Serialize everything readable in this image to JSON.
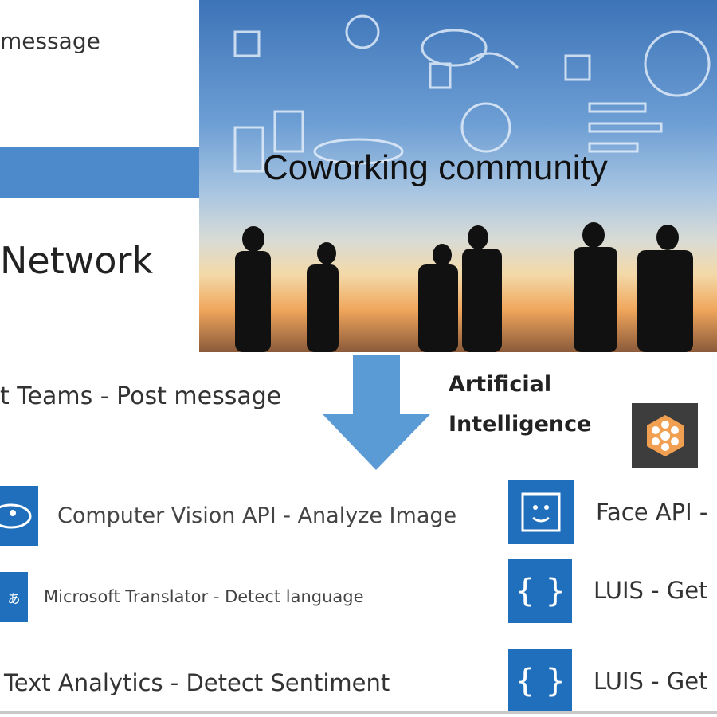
{
  "top_left": {
    "message": "message",
    "network": "Network"
  },
  "photo": {
    "caption": "Coworking community"
  },
  "teams": {
    "label": "t Teams - Post message"
  },
  "ai": {
    "title_line1": "Artificial",
    "title_line2": "Intelligence"
  },
  "left_actions": [
    {
      "icon": "eye-icon",
      "label": "Computer Vision API - Analyze Image"
    },
    {
      "icon": "translate-icon",
      "label": "Microsoft Translator - Detect language"
    },
    {
      "icon": "none",
      "label": "Text Analytics - Detect Sentiment"
    }
  ],
  "right_actions": [
    {
      "icon": "face-icon",
      "label": "Face API -"
    },
    {
      "icon": "braces-icon",
      "label": "LUIS - Get"
    },
    {
      "icon": "braces-icon",
      "label": "LUIS - Get"
    }
  ],
  "colors": {
    "blue": "#1f6fbd",
    "arrow": "#5b9bd5"
  }
}
